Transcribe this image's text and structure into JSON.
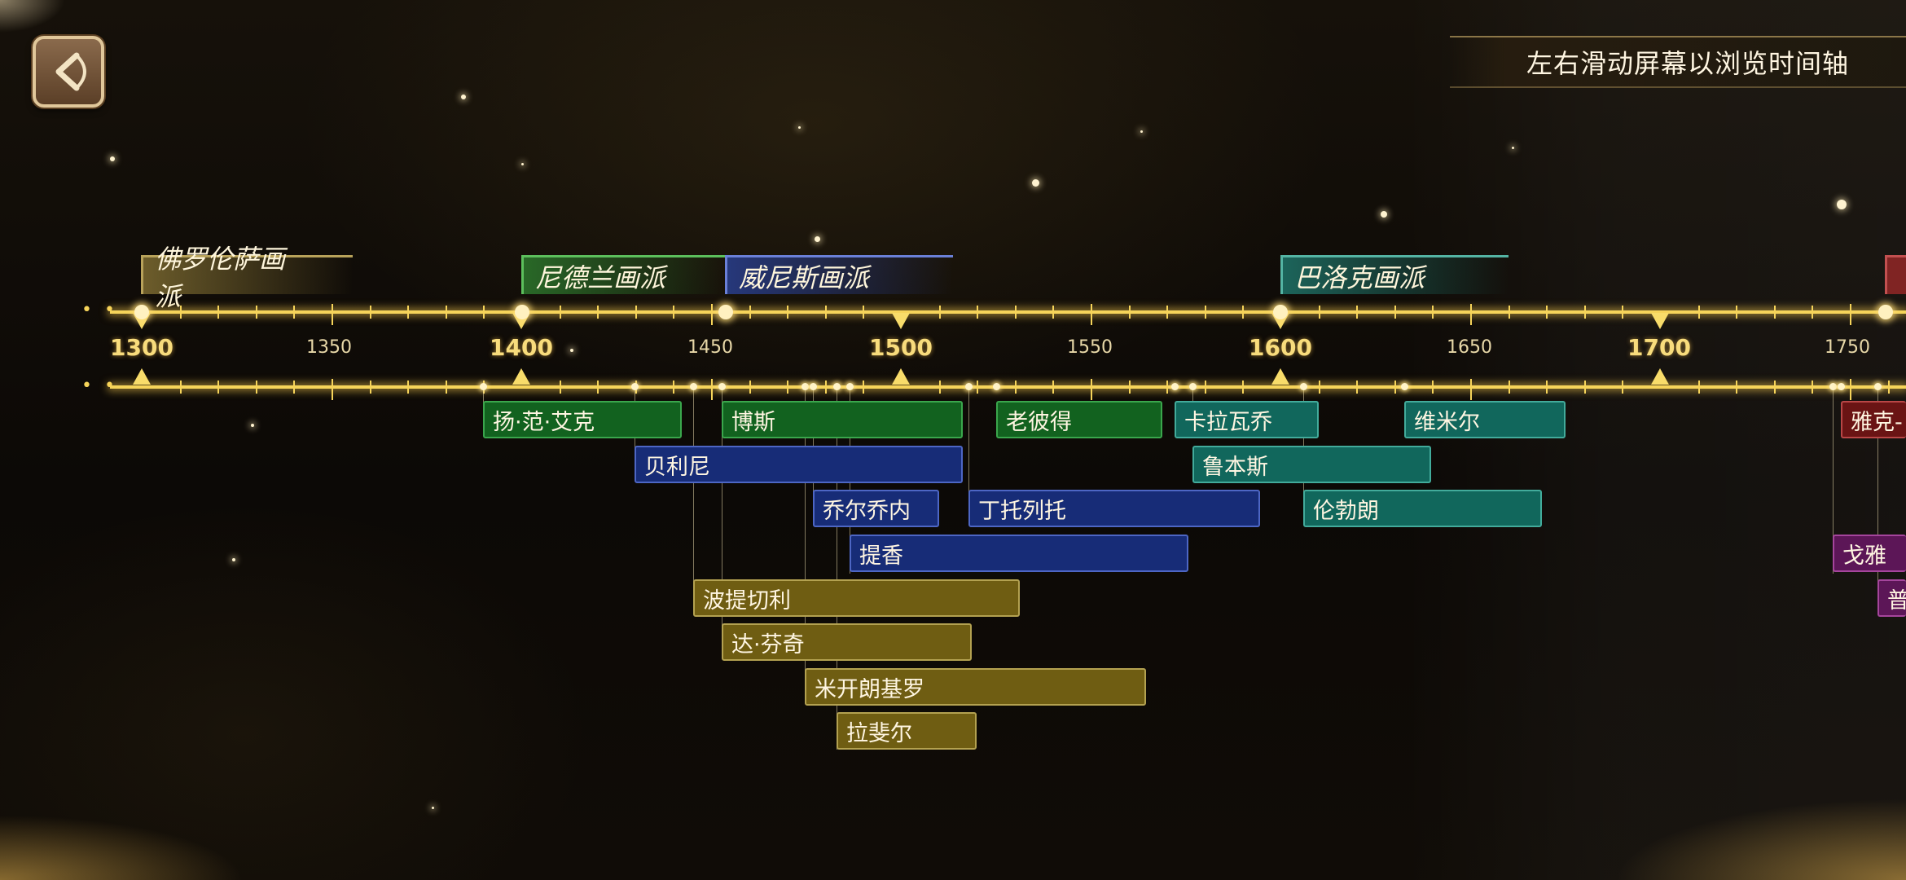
{
  "hint_text": "左右滑动屏幕以浏览时间轴",
  "axis": {
    "major_labels": [
      "1300",
      "1400",
      "1500",
      "1600",
      "1700"
    ],
    "minor_labels": [
      "1350",
      "1450",
      "1550",
      "1650",
      "1750"
    ]
  },
  "schools": [
    {
      "name": "佛罗伦萨画派",
      "color": "#8a7a3a"
    },
    {
      "name": "尼德兰画派",
      "color": "#2f7a2f"
    },
    {
      "name": "威尼斯画派",
      "color": "#2c3f86"
    },
    {
      "name": "巴洛克画派",
      "color": "#1d6c62"
    },
    {
      "name": "",
      "color": "#8a2626"
    }
  ],
  "artists": [
    {
      "name": "扬·范·艾克",
      "color": "green"
    },
    {
      "name": "博斯",
      "color": "green"
    },
    {
      "name": "老彼得",
      "color": "green"
    },
    {
      "name": "贝利尼",
      "color": "blue"
    },
    {
      "name": "乔尔乔内",
      "color": "blue"
    },
    {
      "name": "丁托列托",
      "color": "blue"
    },
    {
      "name": "提香",
      "color": "blue"
    },
    {
      "name": "波提切利",
      "color": "gold"
    },
    {
      "name": "达·芬奇",
      "color": "gold"
    },
    {
      "name": "米开朗基罗",
      "color": "gold"
    },
    {
      "name": "拉斐尔",
      "color": "gold"
    },
    {
      "name": "卡拉瓦乔",
      "color": "teal"
    },
    {
      "name": "鲁本斯",
      "color": "teal"
    },
    {
      "name": "伦勃朗",
      "color": "teal"
    },
    {
      "name": "维米尔",
      "color": "teal"
    },
    {
      "name": "雅克-",
      "color": "red"
    },
    {
      "name": "戈雅",
      "color": "purple"
    },
    {
      "name": "普",
      "color": "purple"
    }
  ]
}
